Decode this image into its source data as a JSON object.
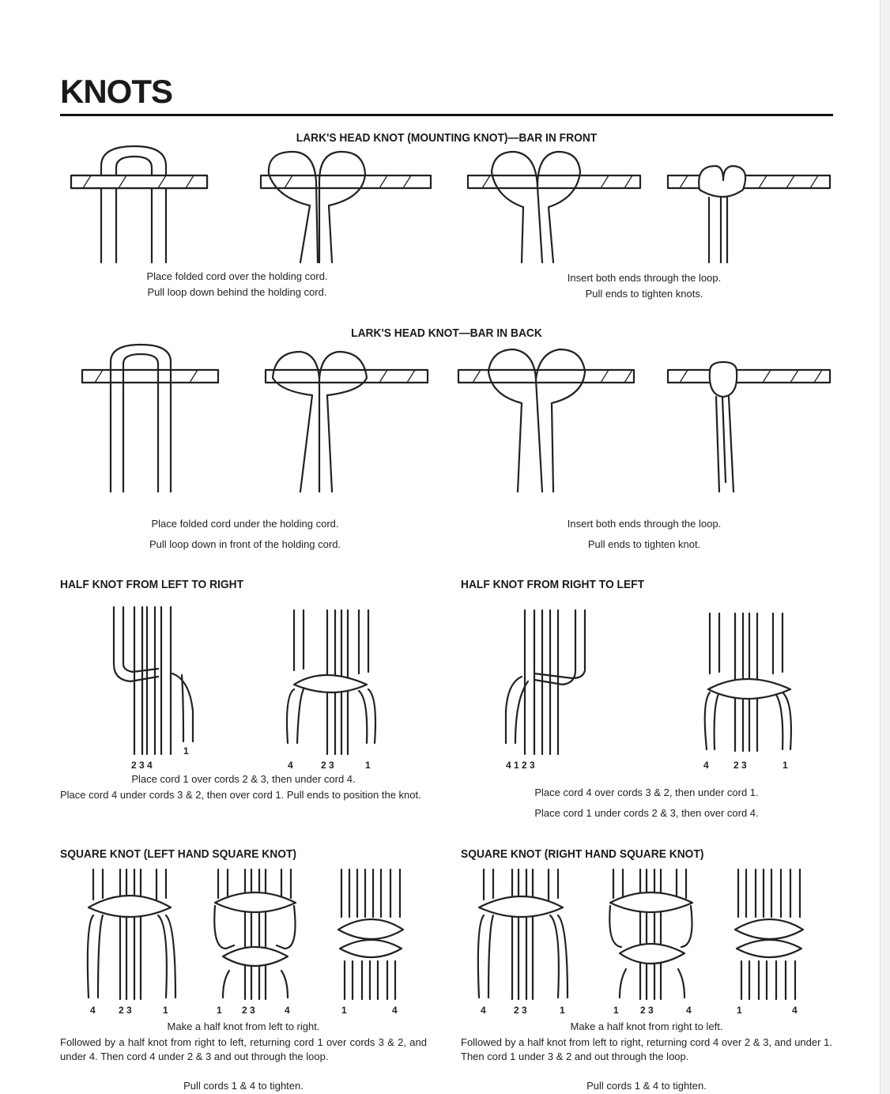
{
  "page": {
    "title": "KNOTS"
  },
  "sections": {
    "larks_front": {
      "heading": "LARK'S HEAD KNOT (MOUNTING KNOT)—BAR IN FRONT",
      "caption_left": [
        "Place folded cord over the holding cord.",
        "Pull loop down behind the holding cord."
      ],
      "caption_right": [
        "Insert both ends through the loop.",
        "Pull ends to tighten knots."
      ]
    },
    "larks_back": {
      "heading": "LARK'S HEAD KNOT—BAR IN BACK",
      "caption_left": [
        "Place folded cord under the holding cord.",
        "Pull loop down in front of the holding cord."
      ],
      "caption_right": [
        "Insert both ends through the loop.",
        "Pull ends to tighten knot."
      ]
    },
    "half_lr": {
      "heading": "HALF KNOT FROM LEFT TO RIGHT",
      "fig1_numbers": [
        "2 3 4",
        "1"
      ],
      "fig2_numbers": [
        "4",
        "2 3",
        "1"
      ],
      "caption_center": "Place cord 1 over cords 2 & 3, then under cord 4.",
      "caption_body": "Place cord 4 under cords 3 & 2, then over cord 1. Pull ends to position the knot."
    },
    "half_rl": {
      "heading": "HALF KNOT FROM RIGHT TO LEFT",
      "fig1_numbers": [
        "4 1 2 3"
      ],
      "fig2_numbers": [
        "4",
        "2 3",
        "1"
      ],
      "caption": [
        "Place cord 4 over cords 3 & 2, then under cord 1.",
        "Place cord 1 under cords 2 & 3, then over cord 4."
      ]
    },
    "square_left": {
      "heading": "SQUARE KNOT (LEFT HAND SQUARE KNOT)",
      "fig1_numbers": [
        "4",
        "2 3",
        "1"
      ],
      "fig2_numbers": [
        "1",
        "2 3",
        "4"
      ],
      "fig3_numbers": [
        "1",
        "4"
      ],
      "caption_center": "Make a half knot from left to right.",
      "caption_body": "Followed by a half knot from right to left, returning cord 1 over cords 3 & 2, and under 4. Then cord 4 under 2 & 3 and out through the loop.",
      "caption_end": "Pull cords 1 & 4 to tighten."
    },
    "square_right": {
      "heading": "SQUARE KNOT (RIGHT HAND SQUARE KNOT)",
      "fig1_numbers": [
        "4",
        "2 3",
        "1"
      ],
      "fig2_numbers": [
        "1",
        "2 3",
        "4"
      ],
      "fig3_numbers": [
        "1",
        "4"
      ],
      "caption_center": "Make a half knot from right to left.",
      "caption_body": "Followed by a half knot from left to right, returning cord 4 over 2 & 3, and under 1. Then cord 1 under 3 & 2 and out through the loop.",
      "caption_end": "Pull cords 1 & 4 to tighten."
    }
  }
}
